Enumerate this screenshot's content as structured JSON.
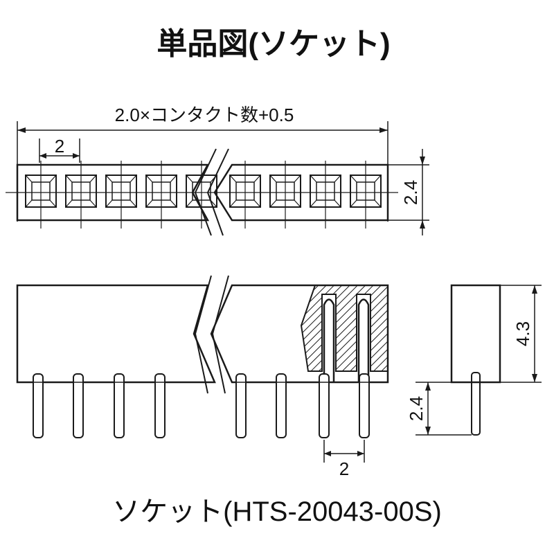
{
  "title": "単品図(ソケット)",
  "caption": "ソケット(HTS-20043-00S)",
  "dimensions": {
    "overall_length": "2.0×コンタクト数+0.5",
    "top_pitch": "2",
    "width": "2.4",
    "body_height": "4.3",
    "pin_length": "2.4",
    "bottom_pitch": "2"
  },
  "colors": {
    "line": "#1a1a1a",
    "background": "#ffffff"
  }
}
